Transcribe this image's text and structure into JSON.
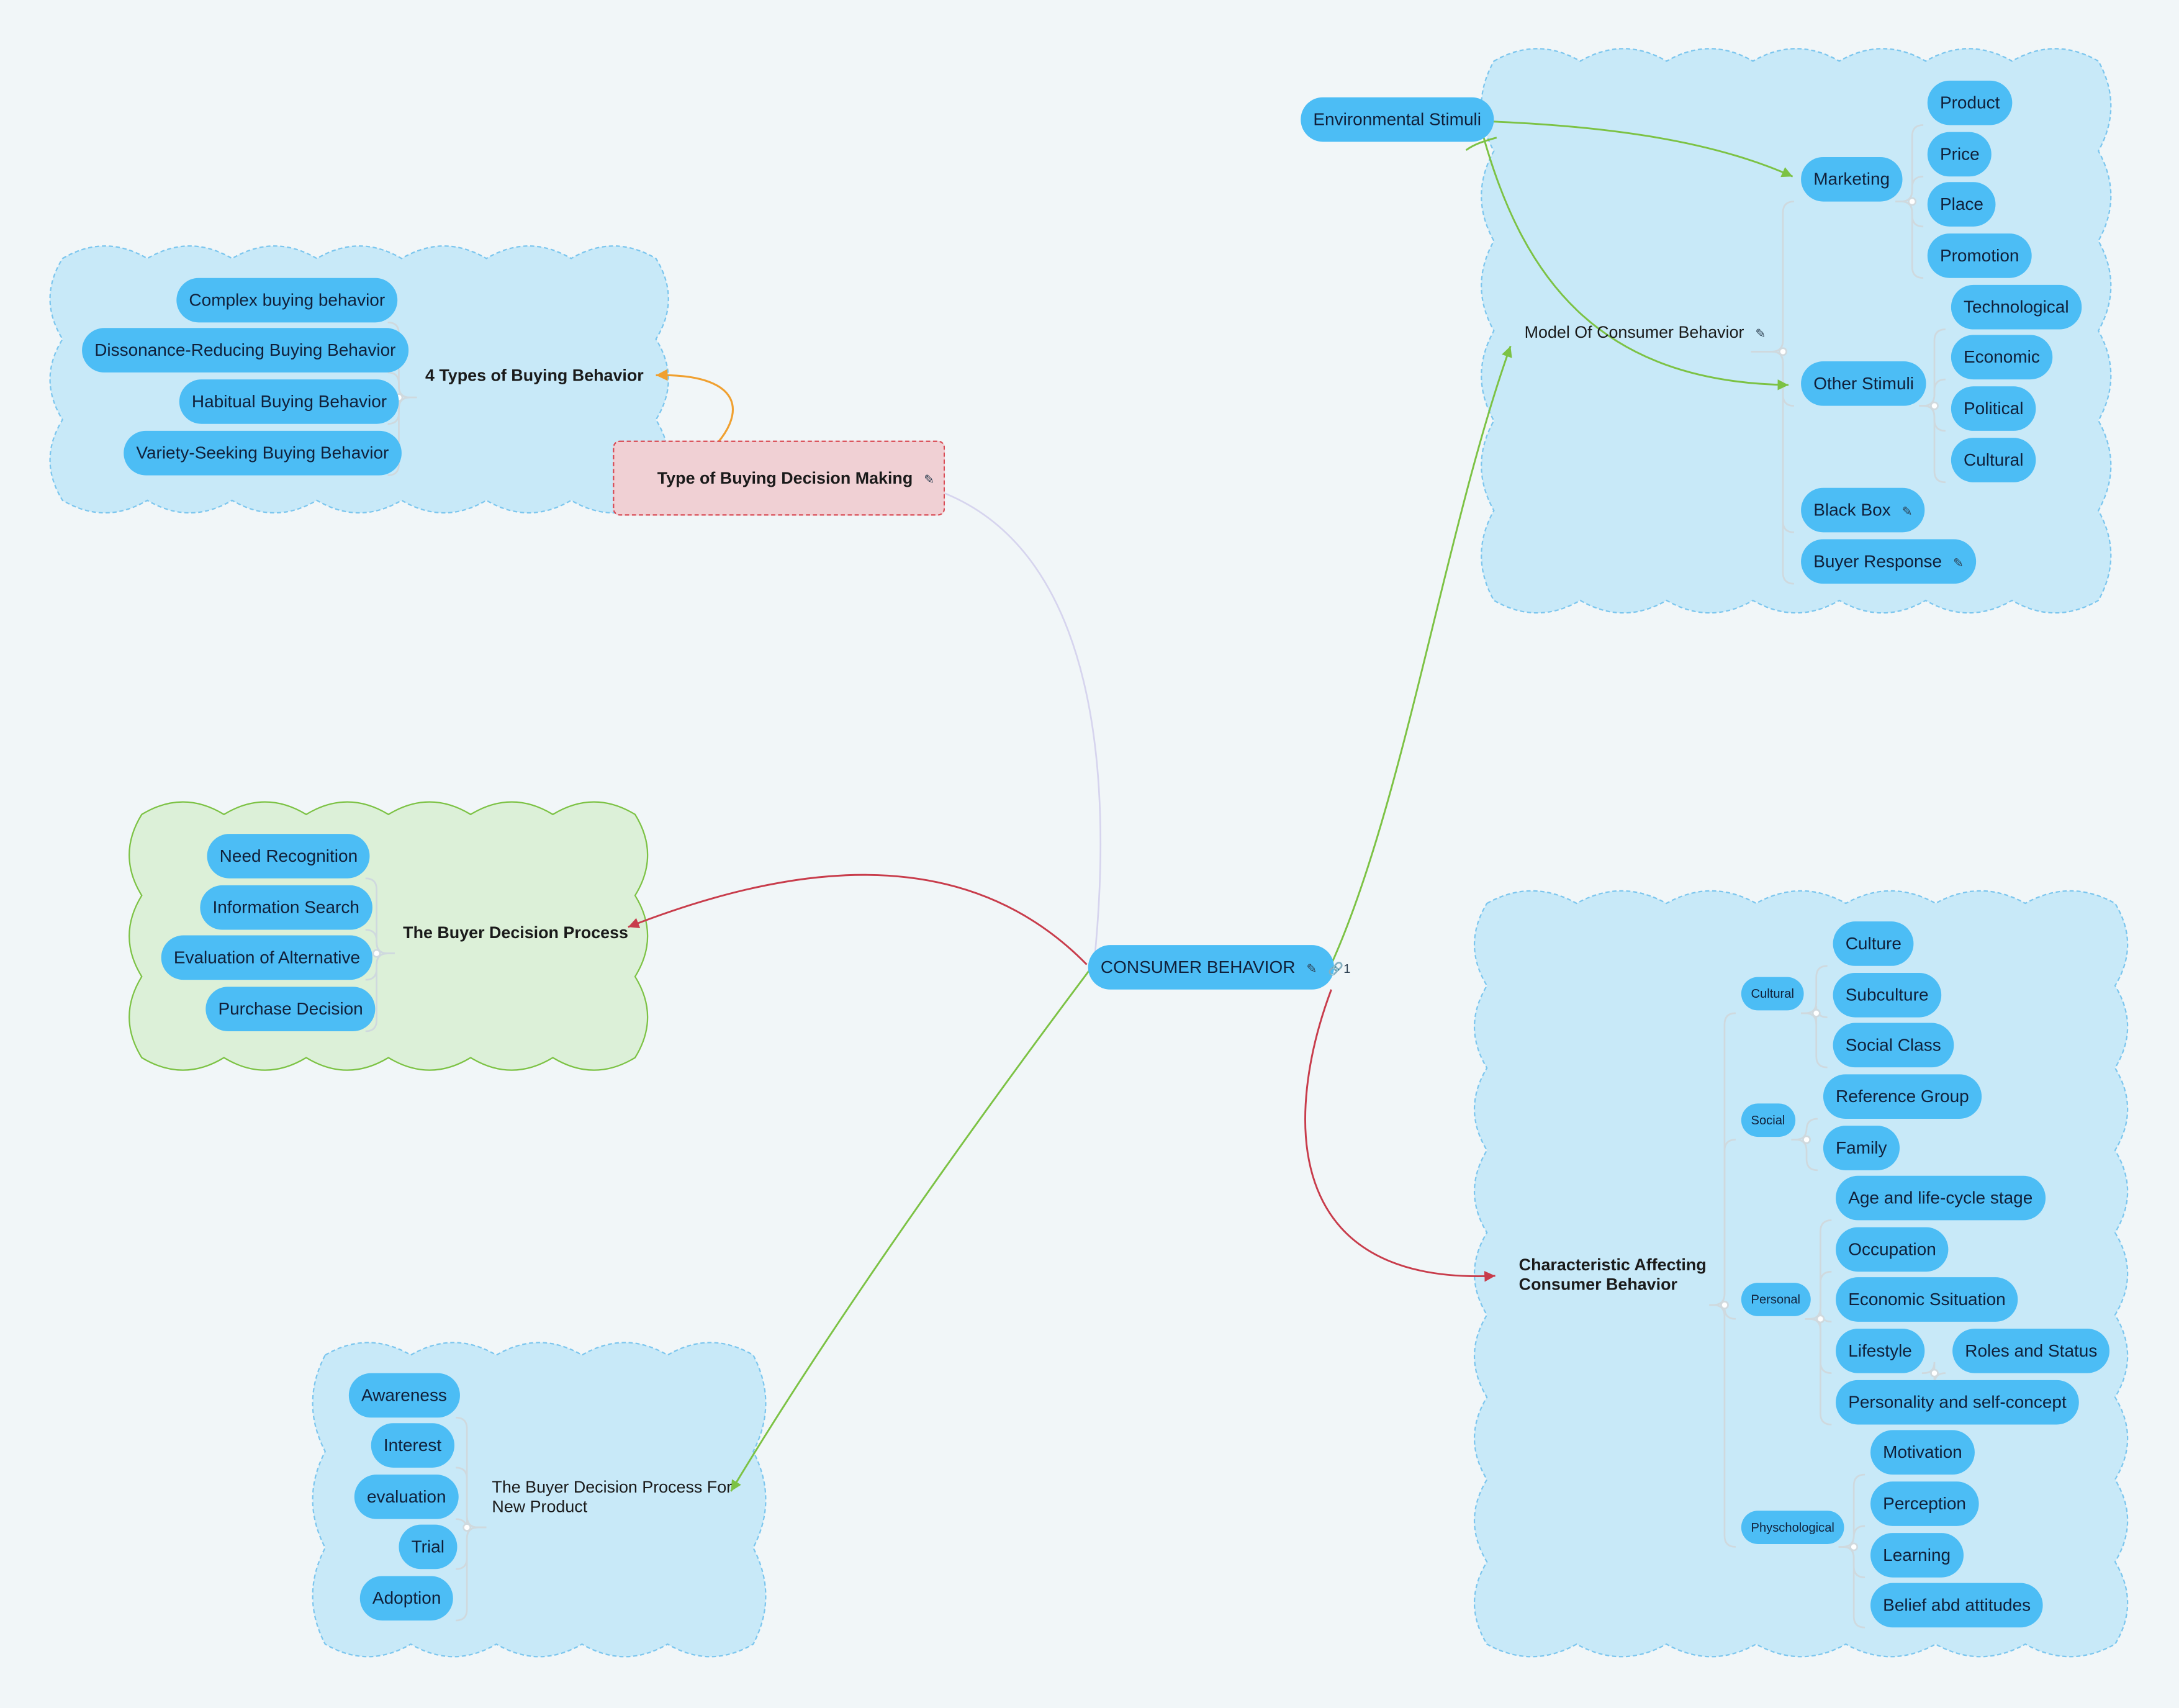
{
  "central": {
    "label": "CONSUMER BEHAVIOR",
    "link_count": "1"
  },
  "icons": {
    "note": "note-icon",
    "link": "link-icon"
  },
  "colors": {
    "background": "#f1f6f8",
    "node": "#4cbdf5",
    "cloud_blue": "#c8e9f8",
    "cloud_green": "#dcf0d8",
    "decision_box": "#f0d0d4",
    "relation_green": "#7cc244",
    "relation_red": "#c83c4b",
    "relation_orange": "#f0a030"
  },
  "model": {
    "title": "Model Of Consumer Behavior",
    "environmental_stimuli": "Environmental Stimuli",
    "marketing": {
      "label": "Marketing",
      "items": [
        "Product",
        "Price",
        "Place",
        "Promotion"
      ]
    },
    "other_stimuli": {
      "label": "Other Stimuli",
      "items": [
        "Technological",
        "Economic",
        "Political",
        "Cultural"
      ]
    },
    "black_box": "Black Box",
    "buyer_response": "Buyer Response"
  },
  "types": {
    "title": "4 Types of Buying Behavior",
    "items": [
      "Complex buying behavior",
      "Dissonance-Reducing Buying Behavior",
      "Habitual Buying Behavior",
      "Variety-Seeking Buying Behavior"
    ]
  },
  "decision_making": {
    "title": "Type of Buying Decision Making"
  },
  "buyer_process": {
    "title": "The Buyer Decision Process",
    "items": [
      "Need Recognition",
      "Information Search",
      "Evaluation of Alternative",
      "Purchase Decision"
    ]
  },
  "new_product": {
    "title_line1": "The Buyer Decision Process For",
    "title_line2": "New Product",
    "items": [
      "Awareness",
      "Interest",
      "evaluation",
      "Trial",
      "Adoption"
    ]
  },
  "characteristics": {
    "title_line1": "Characteristic Affecting",
    "title_line2": "Consumer Behavior",
    "cultural": {
      "label": "Cultural",
      "items": [
        "Culture",
        "Subculture",
        "Social Class"
      ]
    },
    "social": {
      "label": "Social",
      "items": [
        "Reference Group",
        "Family"
      ]
    },
    "personal": {
      "label": "Personal",
      "items": [
        "Age and life-cycle stage",
        "Occupation",
        "Economic Ssituation",
        "Lifestyle",
        "Personality and self-concept"
      ],
      "lifestyle_child": "Roles and Status"
    },
    "psychological": {
      "label": "Physchological",
      "items": [
        "Motivation",
        "Perception",
        "Learning",
        "Belief abd attitudes"
      ]
    }
  }
}
